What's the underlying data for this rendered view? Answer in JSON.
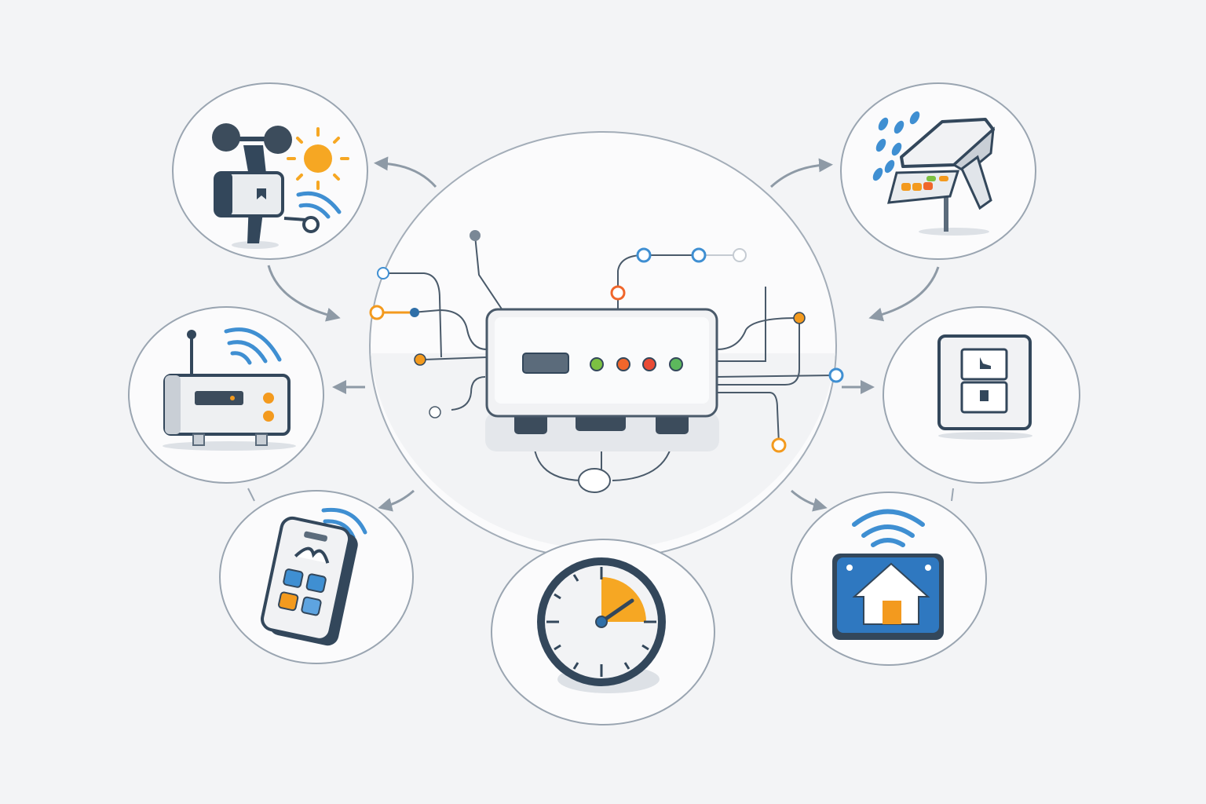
{
  "diagram": {
    "hub": {
      "icon": "smart-hub-icon",
      "leds": [
        "#7cc142",
        "#f0662b",
        "#e94b35",
        "#5cb85c"
      ]
    },
    "nodes": [
      {
        "id": "weather-station",
        "icon": "anemometer-sun-wireless-icon"
      },
      {
        "id": "rain-sensor-panel",
        "icon": "rain-sensor-icon"
      },
      {
        "id": "router",
        "icon": "wifi-router-icon"
      },
      {
        "id": "wall-switch",
        "icon": "wall-switch-icon"
      },
      {
        "id": "remote-control",
        "icon": "remote-control-icon"
      },
      {
        "id": "timer-clock",
        "icon": "clock-timer-icon"
      },
      {
        "id": "smart-home",
        "icon": "smart-home-wifi-icon"
      }
    ],
    "colors": {
      "background": "#f3f4f6",
      "outline": "#9aa5b1",
      "dark": "#33475b",
      "accent_blue": "#3f8fd2",
      "accent_orange": "#f39a1e",
      "sun": "#f6a723"
    }
  }
}
